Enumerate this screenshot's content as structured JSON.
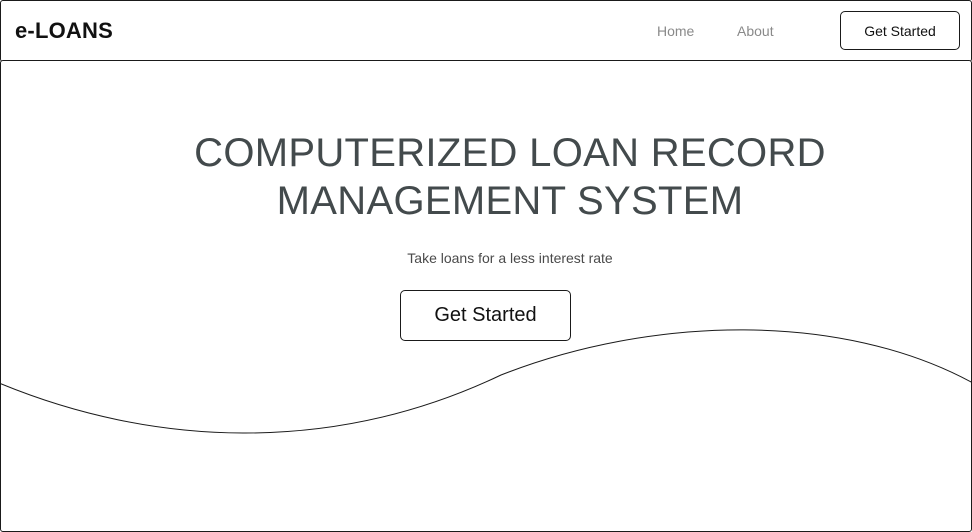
{
  "navbar": {
    "brand": "e-LOANS",
    "links": [
      {
        "label": "Home"
      },
      {
        "label": "About"
      }
    ],
    "cta_label": "Get Started"
  },
  "hero": {
    "title_line1": "COMPUTERIZED LOAN RECORD",
    "title_line2": "MANAGEMENT SYSTEM",
    "subtitle": "Take loans for a less interest rate",
    "cta_label": "Get Started"
  }
}
